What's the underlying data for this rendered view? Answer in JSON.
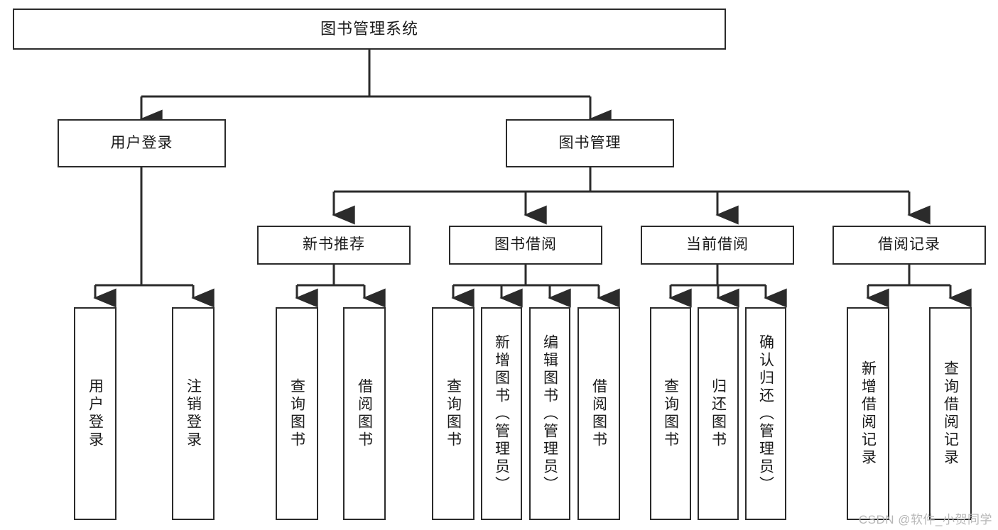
{
  "diagram": {
    "title": "图书管理系统",
    "type": "tree",
    "watermark": "CSDN @软件_小贺同学",
    "colors": {
      "stroke": "#2b2b2b",
      "fill": "#ffffff",
      "text": "#1a1a1a",
      "watermark": "#b7b7b7"
    },
    "nodes": {
      "root": {
        "label": "图书管理系统"
      },
      "level2": [
        {
          "id": "user-login",
          "label": "用户登录"
        },
        {
          "id": "book-manage",
          "label": "图书管理"
        }
      ],
      "level3": [
        {
          "id": "new-book-recommend",
          "label": "新书推荐"
        },
        {
          "id": "book-borrow",
          "label": "图书借阅"
        },
        {
          "id": "current-borrow",
          "label": "当前借阅"
        },
        {
          "id": "borrow-record",
          "label": "借阅记录"
        }
      ],
      "leaves": [
        {
          "id": "leaf-user-login",
          "label": "用户登录",
          "parent": "user-login"
        },
        {
          "id": "leaf-logout-login",
          "label": "注销登录",
          "parent": "user-login"
        },
        {
          "id": "leaf-query-book-1",
          "label": "查询图书",
          "parent": "new-book-recommend"
        },
        {
          "id": "leaf-borrow-book-1",
          "label": "借阅图书",
          "parent": "new-book-recommend"
        },
        {
          "id": "leaf-query-book-2",
          "label": "查询图书",
          "parent": "book-borrow"
        },
        {
          "id": "leaf-add-book",
          "label": "新增图书（管理员）",
          "parent": "book-borrow"
        },
        {
          "id": "leaf-edit-book",
          "label": "编辑图书（管理员）",
          "parent": "book-borrow"
        },
        {
          "id": "leaf-borrow-book-2",
          "label": "借阅图书",
          "parent": "book-borrow"
        },
        {
          "id": "leaf-query-book-3",
          "label": "查询图书",
          "parent": "current-borrow"
        },
        {
          "id": "leaf-return-book",
          "label": "归还图书",
          "parent": "current-borrow"
        },
        {
          "id": "leaf-confirm-return",
          "label": "确认归还（管理员）",
          "parent": "current-borrow"
        },
        {
          "id": "leaf-add-record",
          "label": "新增借阅记录",
          "parent": "borrow-record"
        },
        {
          "id": "leaf-query-record",
          "label": "查询借阅记录",
          "parent": "borrow-record"
        }
      ]
    }
  }
}
